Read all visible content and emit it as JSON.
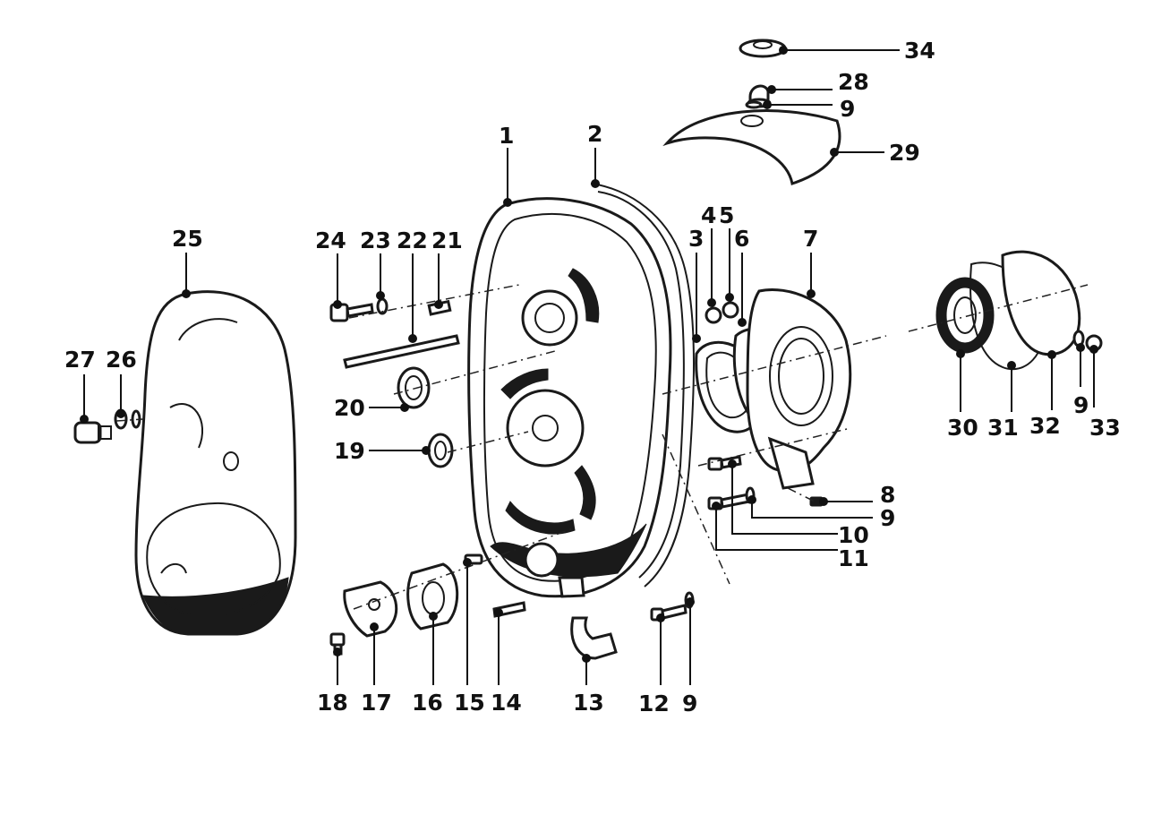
{
  "callouts": [
    {
      "id": "34",
      "text": "34"
    },
    {
      "id": "28",
      "text": "28"
    },
    {
      "id": "9a",
      "text": "9"
    },
    {
      "id": "29",
      "text": "29"
    },
    {
      "id": "1",
      "text": "1"
    },
    {
      "id": "2",
      "text": "2"
    },
    {
      "id": "25",
      "text": "25"
    },
    {
      "id": "24",
      "text": "24"
    },
    {
      "id": "23",
      "text": "23"
    },
    {
      "id": "22",
      "text": "22"
    },
    {
      "id": "21",
      "text": "21"
    },
    {
      "id": "4",
      "text": "4"
    },
    {
      "id": "5",
      "text": "5"
    },
    {
      "id": "3",
      "text": "3"
    },
    {
      "id": "6",
      "text": "6"
    },
    {
      "id": "7",
      "text": "7"
    },
    {
      "id": "27",
      "text": "27"
    },
    {
      "id": "26",
      "text": "26"
    },
    {
      "id": "20",
      "text": "20"
    },
    {
      "id": "19",
      "text": "19"
    },
    {
      "id": "30",
      "text": "30"
    },
    {
      "id": "31",
      "text": "31"
    },
    {
      "id": "32",
      "text": "32"
    },
    {
      "id": "9b",
      "text": "9"
    },
    {
      "id": "33",
      "text": "33"
    },
    {
      "id": "8",
      "text": "8"
    },
    {
      "id": "9c",
      "text": "9"
    },
    {
      "id": "10",
      "text": "10"
    },
    {
      "id": "11",
      "text": "11"
    },
    {
      "id": "18",
      "text": "18"
    },
    {
      "id": "17",
      "text": "17"
    },
    {
      "id": "16",
      "text": "16"
    },
    {
      "id": "15",
      "text": "15"
    },
    {
      "id": "14",
      "text": "14"
    },
    {
      "id": "13",
      "text": "13"
    },
    {
      "id": "12",
      "text": "12"
    },
    {
      "id": "9d",
      "text": "9"
    }
  ]
}
